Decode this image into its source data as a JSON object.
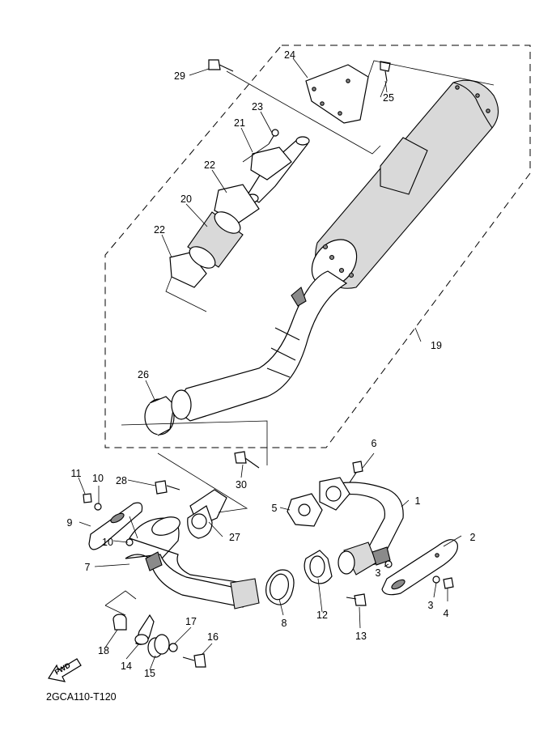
{
  "diagram_code": "2GCA110-T120",
  "fwd_label": "FWD",
  "parts": {
    "p1": "1",
    "p2": "2",
    "p3a": "3",
    "p3b": "3",
    "p4": "4",
    "p5": "5",
    "p6": "6",
    "p7": "7",
    "p8": "8",
    "p9": "9",
    "p10a": "10",
    "p10b": "10",
    "p11": "11",
    "p12": "12",
    "p13": "13",
    "p14": "14",
    "p15": "15",
    "p16": "16",
    "p17": "17",
    "p18": "18",
    "p19": "19",
    "p20": "20",
    "p21": "21",
    "p22a": "22",
    "p22b": "22",
    "p23": "23",
    "p24": "24",
    "p25": "25",
    "p26": "26",
    "p27": "27",
    "p28": "28",
    "p29": "29",
    "p30": "30"
  }
}
